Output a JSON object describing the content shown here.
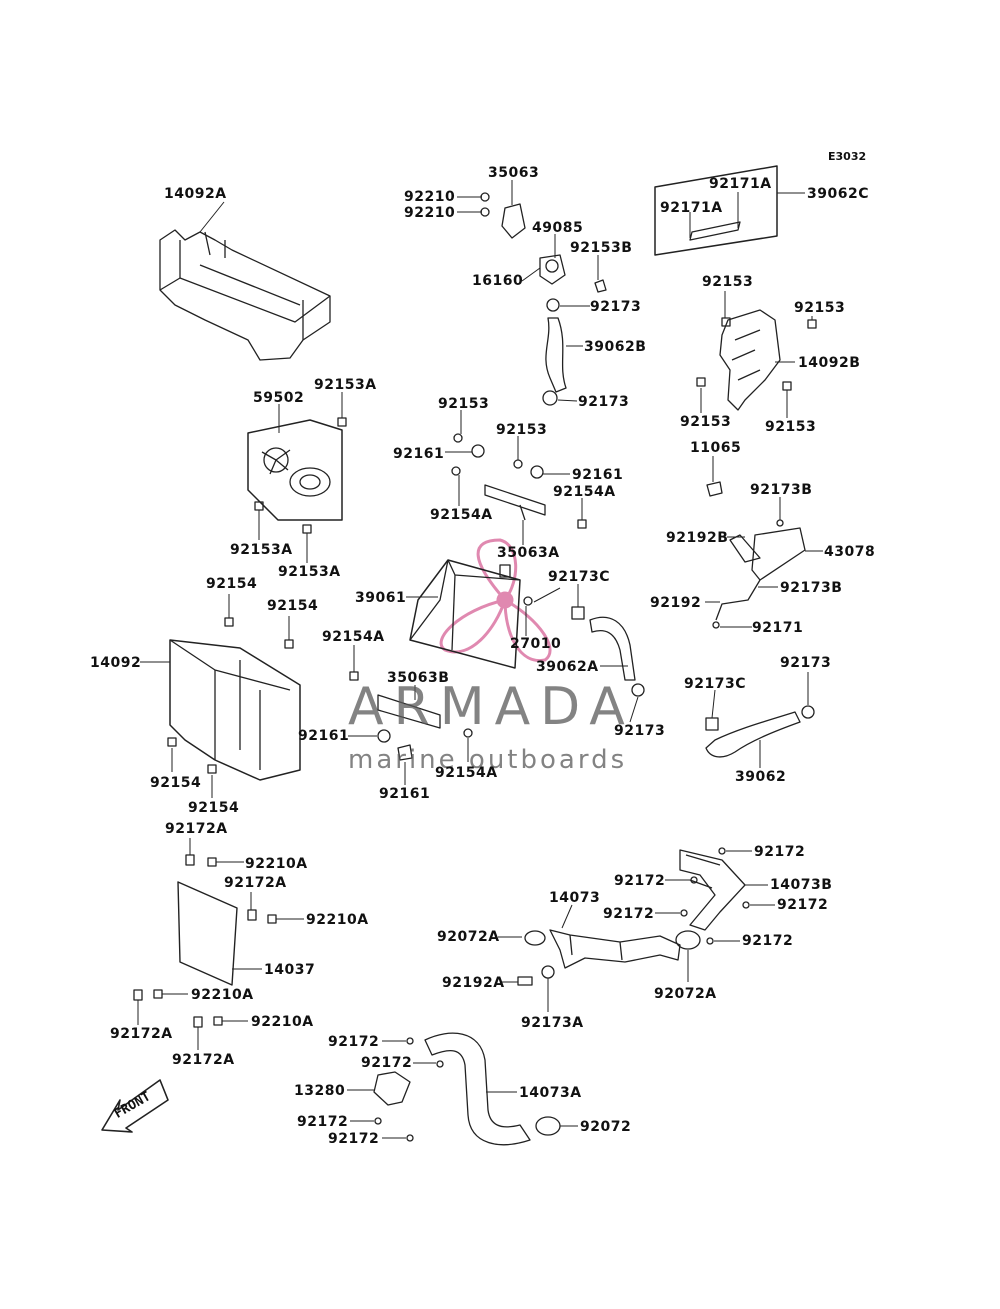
{
  "diagram_code": "E3032",
  "watermark": {
    "brand": "ARMADA",
    "tagline": "marine outboards"
  },
  "front_label": "FRONT",
  "labels": {
    "l14092A": "14092A",
    "l92210a": "92210",
    "l92210b": "92210",
    "l35063": "35063",
    "l49085": "49085",
    "l92153B": "92153B",
    "l16160": "16160",
    "l92173a": "92173",
    "l39062B": "39062B",
    "l92173b": "92173",
    "l92171Aa": "92171A",
    "l92171Ab": "92171A",
    "l39062C": "39062C",
    "l92153a": "92153",
    "l92153b": "92153",
    "l14092B": "14092B",
    "l92153c": "92153",
    "l92153d": "92153",
    "l11065": "11065",
    "l92153A_a": "92153A",
    "l59502": "59502",
    "l92153A_b": "92153A",
    "l92153A_c": "92153A",
    "l92153e": "92153",
    "l92161a": "92161",
    "l92153f": "92153",
    "l92161b": "92161",
    "l92154A_a": "92154A",
    "l92154A_b": "92154A",
    "l35063A": "35063A",
    "l92173B_a": "92173B",
    "l92192B": "92192B",
    "l43078": "43078",
    "l92154a": "92154",
    "l92154b": "92154",
    "l39061": "39061",
    "l92173C_a": "92173C",
    "l92173B_b": "92173B",
    "l92192": "92192",
    "l14092": "14092",
    "l92154A_c": "92154A",
    "l27010": "27010",
    "l92171": "92171",
    "l39062A": "39062A",
    "l35063B": "35063B",
    "l92173": "92173",
    "l92173C_b": "92173C",
    "l92173c": "92173",
    "l92161c": "92161",
    "l92154A_d": "92154A",
    "l92161d": "92161",
    "l92154c": "92154",
    "l92154d": "92154",
    "l39062": "39062",
    "l92172A_a": "92172A",
    "l92210A_a": "92210A",
    "l92172A_b": "92172A",
    "l92210A_b": "92210A",
    "l14037": "14037",
    "l92210A_c": "92210A",
    "l92172A_c": "92172A",
    "l92210A_d": "92210A",
    "l92172A_d": "92172A",
    "l92172a": "92172",
    "l92172b": "92172",
    "l14073B": "14073B",
    "l14073": "14073",
    "l92172c": "92172",
    "l92172d": "92172",
    "l92072A_a": "92072A",
    "l92172e": "92172",
    "l92192A": "92192A",
    "l92072A_b": "92072A",
    "l92173A": "92173A",
    "l92172f": "92172",
    "l92172g": "92172",
    "l13280": "13280",
    "l14073A": "14073A",
    "l92172h": "92172",
    "l92072": "92072",
    "l92172i": "92172"
  }
}
